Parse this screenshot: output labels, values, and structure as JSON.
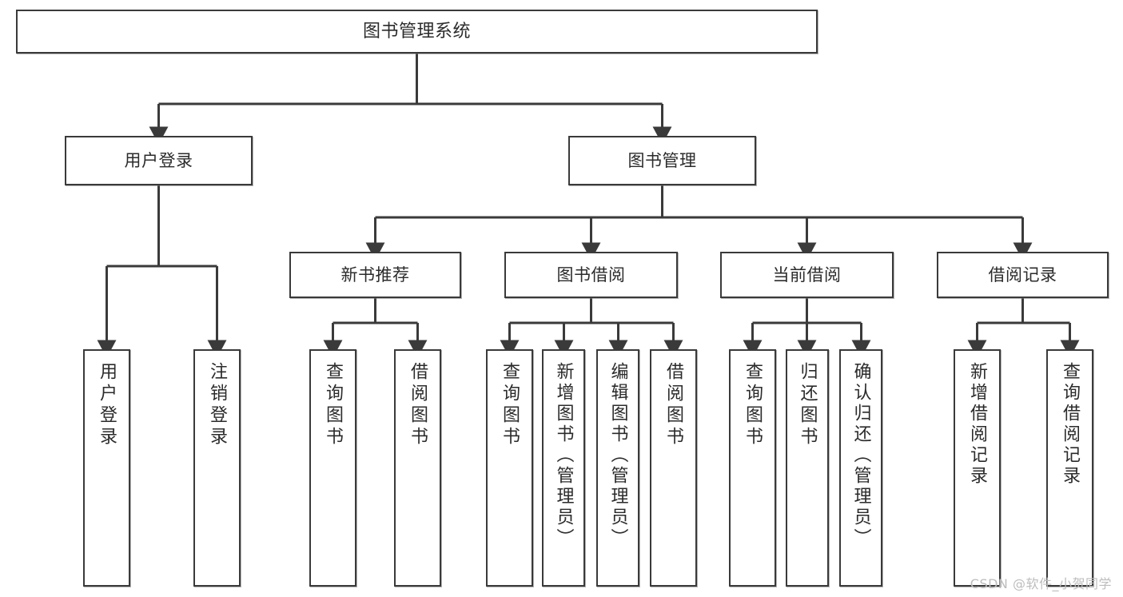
{
  "diagram": {
    "title": "图书管理系统",
    "type": "tree",
    "watermark": "CSDN @软件_小贺同学",
    "colors": {
      "stroke": "#3a3a3a",
      "box_fill": "#ffffff",
      "text": "#2b2b2b",
      "background": "#ffffff",
      "watermark": "#bdbdbd"
    },
    "root": {
      "label": "图书管理系统"
    },
    "level2": [
      {
        "label": "用户登录"
      },
      {
        "label": "图书管理"
      }
    ],
    "level3": [
      {
        "label": "新书推荐"
      },
      {
        "label": "图书借阅"
      },
      {
        "label": "当前借阅"
      },
      {
        "label": "借阅记录"
      }
    ],
    "leaves": {
      "user_login": [
        {
          "label": "用户登录"
        },
        {
          "label": "注销登录"
        }
      ],
      "new_book": [
        {
          "label": "查询图书"
        },
        {
          "label": "借阅图书"
        }
      ],
      "borrow_book": [
        {
          "label": "查询图书"
        },
        {
          "label": "新增图书（管理员）"
        },
        {
          "label": "编辑图书（管理员）"
        },
        {
          "label": "借阅图书"
        }
      ],
      "current_borrow": [
        {
          "label": "查询图书"
        },
        {
          "label": "归还图书"
        },
        {
          "label": "确认归还（管理员）"
        }
      ],
      "borrow_record": [
        {
          "label": "新增借阅记录"
        },
        {
          "label": "查询借阅记录"
        }
      ]
    }
  }
}
